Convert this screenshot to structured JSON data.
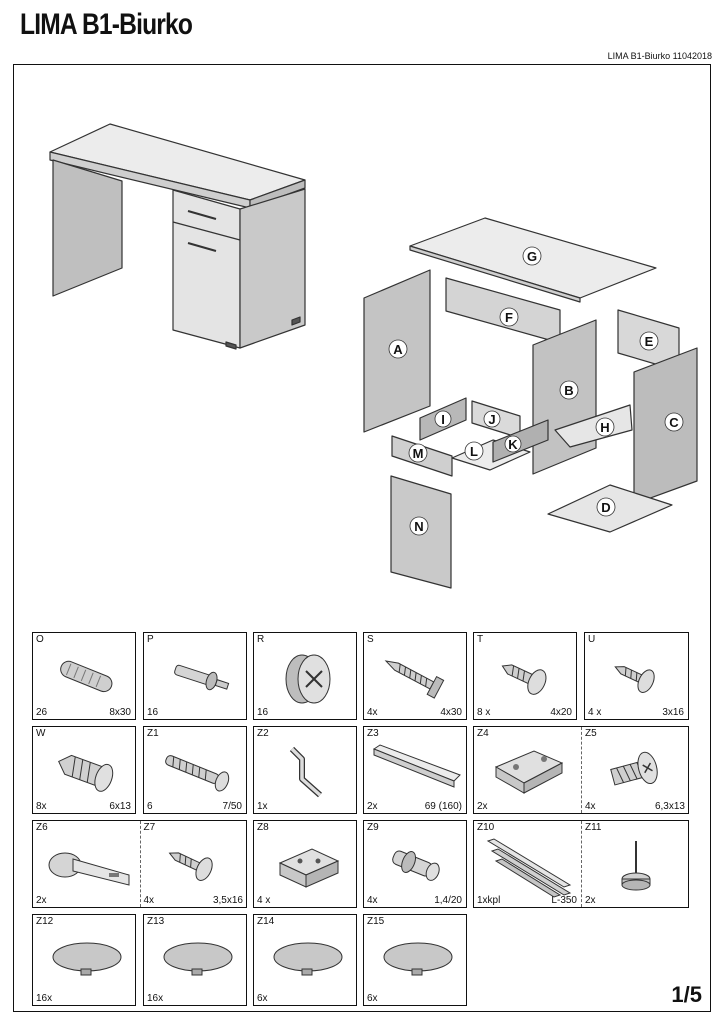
{
  "title": "LIMA  B1-Biurko",
  "doc_code": "LIMA B1-Biurko 11042018",
  "page_number": "1/5",
  "panel_labels": [
    "G",
    "F",
    "A",
    "E",
    "B",
    "C",
    "I",
    "J",
    "K",
    "H",
    "M",
    "L",
    "D",
    "N"
  ],
  "parts": {
    "O": {
      "label": "O",
      "qty": "26",
      "size": "8x30"
    },
    "P": {
      "label": "P",
      "qty": "16",
      "size": ""
    },
    "R": {
      "label": "R",
      "qty": "16",
      "size": ""
    },
    "S": {
      "label": "S",
      "qty": "4x",
      "size": "4x30"
    },
    "T": {
      "label": "T",
      "qty": "8 x",
      "size": "4x20"
    },
    "U": {
      "label": "U",
      "qty": "4 x",
      "size": "3x16"
    },
    "W": {
      "label": "W",
      "qty": "8x",
      "size": "6x13"
    },
    "Z1": {
      "label": "Z1",
      "qty": "6",
      "size": "7/50"
    },
    "Z2": {
      "label": "Z2",
      "qty": "1x",
      "size": ""
    },
    "Z3": {
      "label": "Z3",
      "qty": "2x",
      "size": "69 (160)"
    },
    "Z4": {
      "label": "Z4",
      "qty": "2x",
      "size": ""
    },
    "Z5": {
      "label": "Z5",
      "qty": "4x",
      "size": "6,3x13"
    },
    "Z6": {
      "label": "Z6",
      "qty": "2x",
      "size": ""
    },
    "Z7": {
      "label": "Z7",
      "qty": "4x",
      "size": "3,5x16"
    },
    "Z8": {
      "label": "Z8",
      "qty": "4 x",
      "size": ""
    },
    "Z9": {
      "label": "Z9",
      "qty": "4x",
      "size": "1,4/20"
    },
    "Z10": {
      "label": "Z10",
      "qty": "1xkpl",
      "size": "L-350"
    },
    "Z11": {
      "label": "Z11",
      "qty": "2x",
      "size": ""
    },
    "Z12": {
      "label": "Z12",
      "qty": "16x",
      "size": ""
    },
    "Z13": {
      "label": "Z13",
      "qty": "16x",
      "size": ""
    },
    "Z14": {
      "label": "Z14",
      "qty": "6x",
      "size": ""
    },
    "Z15": {
      "label": "Z15",
      "qty": "6x",
      "size": ""
    }
  }
}
